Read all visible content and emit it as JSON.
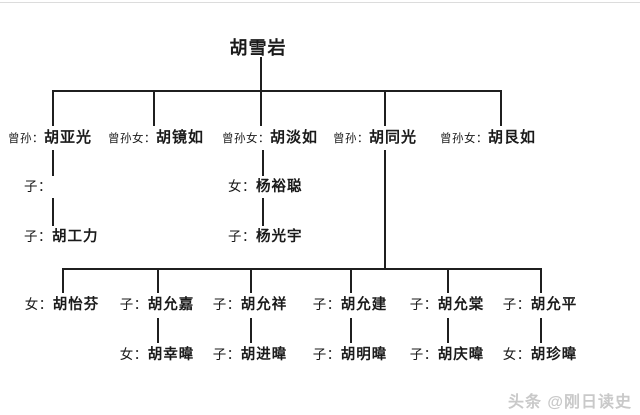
{
  "title": "胡雪岩",
  "watermark": "头条 @刚日读史",
  "colors": {
    "line": "#1f1f1f",
    "text": "#1a1a1a",
    "watermark": "#c9c9c9"
  },
  "tree": {
    "root": {
      "name": "胡雪岩"
    },
    "gen1": [
      {
        "relation": "曾孙：",
        "name": "胡亚光"
      },
      {
        "relation": "曾孙女：",
        "name": "胡镜如"
      },
      {
        "relation": "曾孙女：",
        "name": "胡淡如"
      },
      {
        "relation": "曾孙：",
        "name": "胡同光"
      },
      {
        "relation": "曾孙女：",
        "name": "胡艮如"
      }
    ],
    "gen2": [
      {
        "relation": "子：",
        "name": ""
      },
      {
        "relation": "女：",
        "name": "杨裕聪"
      }
    ],
    "gen3": [
      {
        "relation": "子：",
        "name": "胡工力"
      },
      {
        "relation": "子：",
        "name": "杨光宇"
      }
    ],
    "gen4": [
      {
        "relation": "女：",
        "name": "胡怡芬"
      },
      {
        "relation": "子：",
        "name": "胡允嘉"
      },
      {
        "relation": "子：",
        "name": "胡允祥"
      },
      {
        "relation": "子：",
        "name": "胡允建"
      },
      {
        "relation": "子：",
        "name": "胡允棠"
      },
      {
        "relation": "子：",
        "name": "胡允平"
      }
    ],
    "gen5": [
      {
        "relation": "女：",
        "name": "胡幸暐"
      },
      {
        "relation": "子：",
        "name": "胡进暐"
      },
      {
        "relation": "子：",
        "name": "胡明暐"
      },
      {
        "relation": "子：",
        "name": "胡庆暐"
      },
      {
        "relation": "女：",
        "name": "胡珍暐"
      }
    ]
  }
}
